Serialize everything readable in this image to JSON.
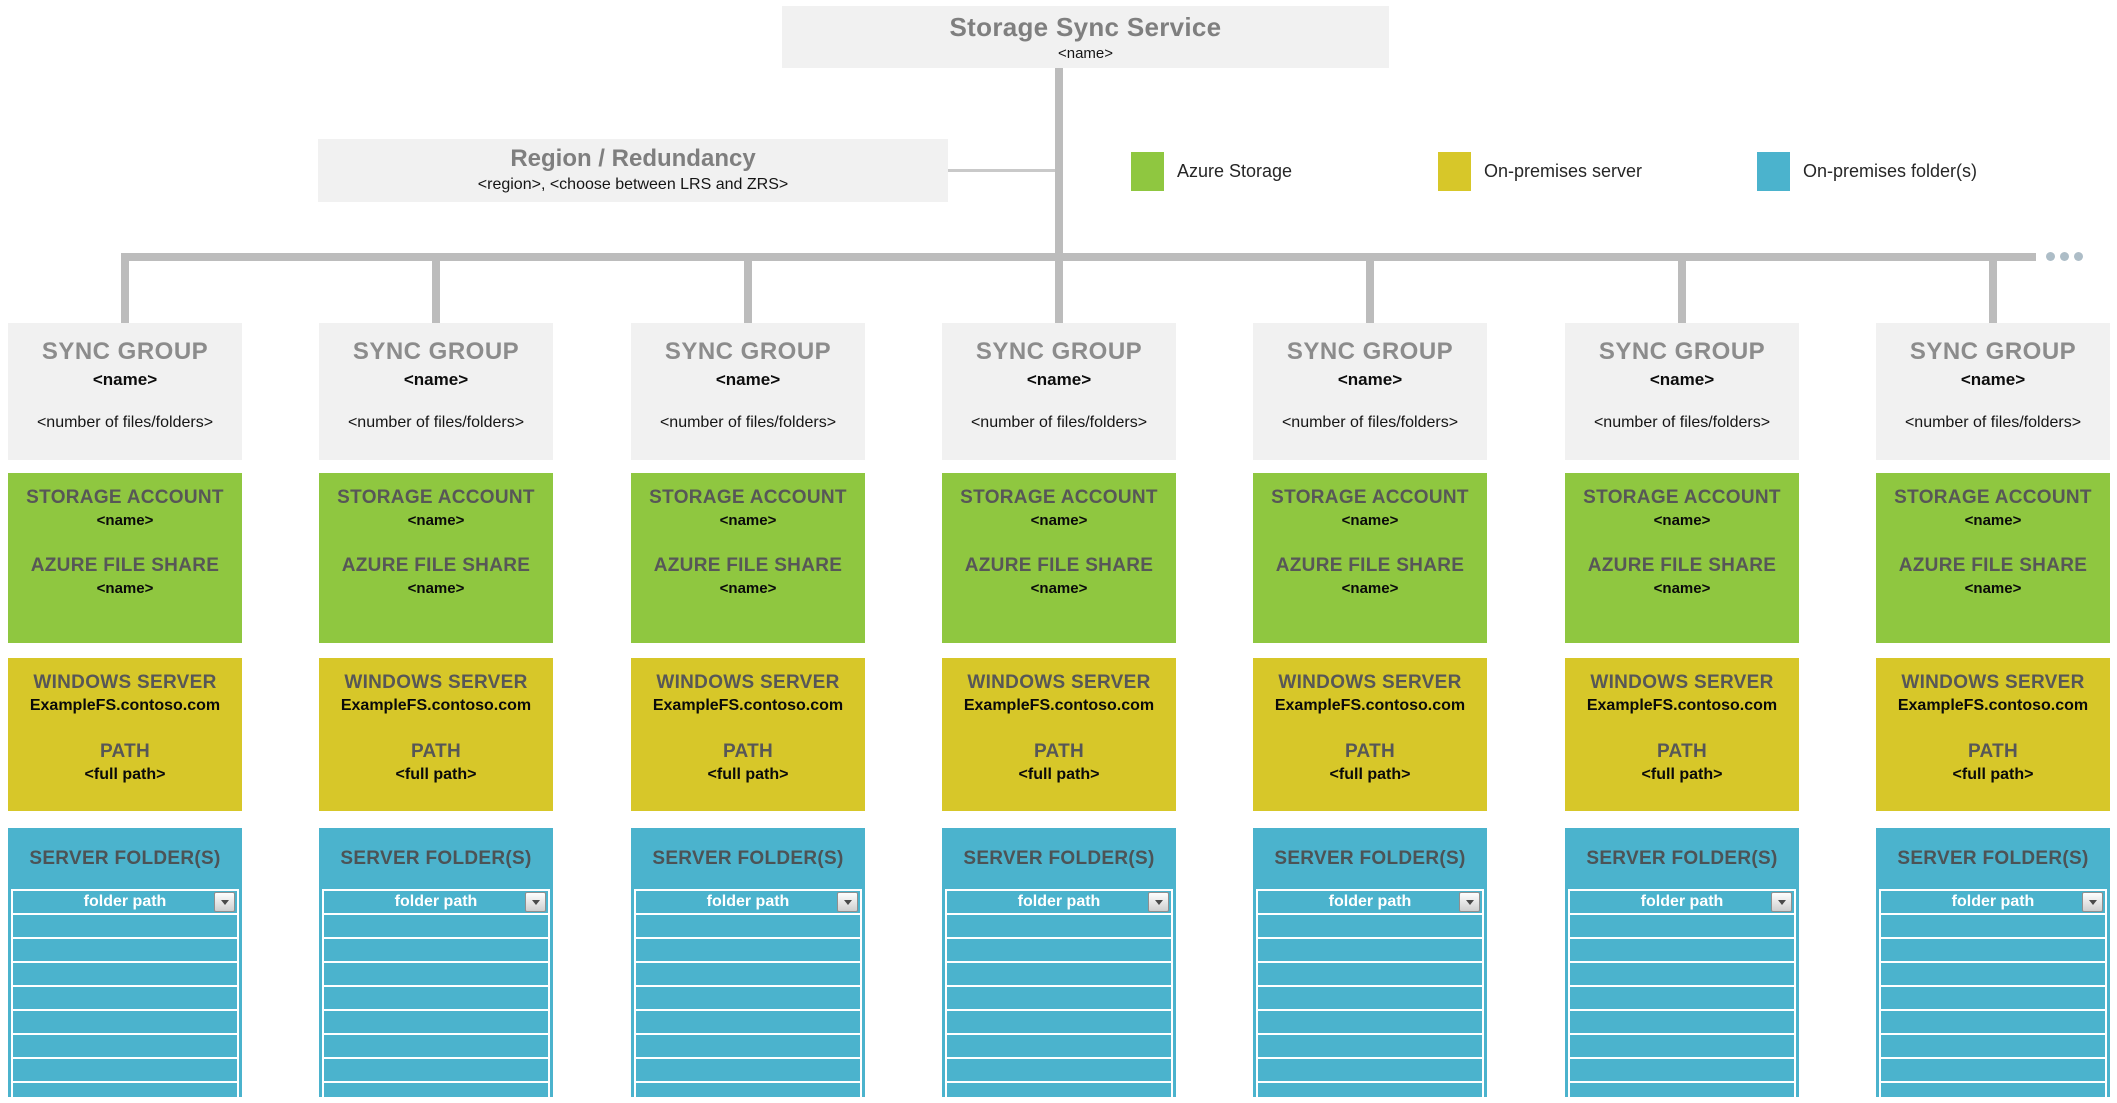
{
  "root": {
    "title": "Storage Sync Service",
    "subtitle": "<name>"
  },
  "region": {
    "title": "Region / Redundancy",
    "subtitle": "<region>, <choose between LRS and ZRS>"
  },
  "legend": [
    {
      "label": "Azure Storage",
      "color": "#8fc740"
    },
    {
      "label": "On-premises server",
      "color": "#d7c729"
    },
    {
      "label": "On-premises folder(s)",
      "color": "#4bb3cd"
    }
  ],
  "more_indicator": "ellipsis-dots",
  "sync_groups_count": 7,
  "sync_group": {
    "title": "SYNC GROUP",
    "name_placeholder": "<name>",
    "count_placeholder": "<number of files/folders>",
    "storage": {
      "account_label": "STORAGE ACCOUNT",
      "account_name": "<name>",
      "share_label": "AZURE FILE SHARE",
      "share_name": "<name>"
    },
    "server": {
      "label": "WINDOWS SERVER",
      "hostname": "ExampleFS.contoso.com",
      "path_label": "PATH",
      "path_value": "<full path>"
    },
    "folders": {
      "label": "SERVER FOLDER(S)",
      "dropdown_value": "folder path",
      "empty_rows": 8
    }
  },
  "colors": {
    "azure_storage": "#8fc740",
    "on_prem_server": "#d7c729",
    "on_prem_folder": "#4bb3cd",
    "connector": "#bcbcbc",
    "box_background": "#f1f1f1"
  }
}
